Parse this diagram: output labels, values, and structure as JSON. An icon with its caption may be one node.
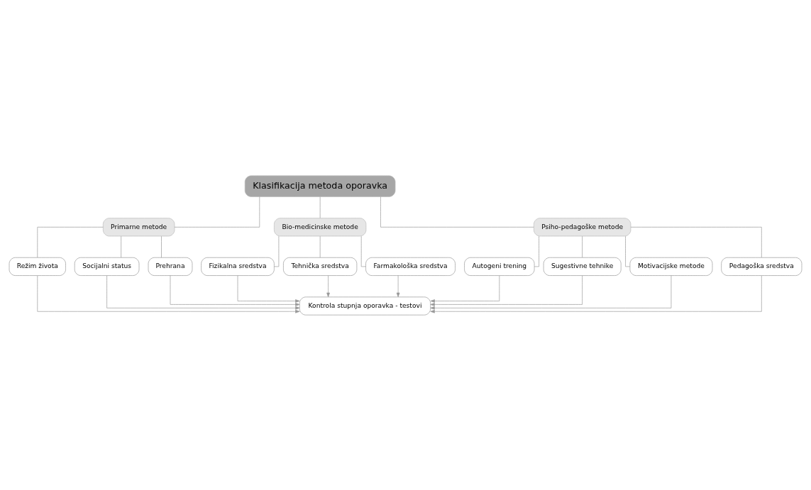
{
  "diagram": {
    "nodes": [
      {
        "text": [
          "Klasifikacija metoda oporavka"
        ]
      },
      {
        "text": [
          "Primarne metode"
        ]
      },
      {
        "text": [
          "Bio-medicinske metode"
        ]
      },
      {
        "text": [
          "Psiho-pedagoške metode"
        ]
      },
      {
        "text": [
          "Režim života"
        ]
      },
      {
        "text": [
          "Socijalni status"
        ]
      },
      {
        "text": [
          "Prehrana"
        ]
      },
      {
        "text": [
          "Fizikalna sredstva"
        ]
      },
      {
        "text": [
          "Tehnička sredstva"
        ]
      },
      {
        "text": [
          "Farmakološka sredstva"
        ]
      },
      {
        "text": [
          "Autogeni trening"
        ]
      },
      {
        "text": [
          "Sugestivne tehnike"
        ]
      },
      {
        "text": [
          "Motivacijske metode"
        ]
      },
      {
        "text": [
          "Pedagoška sredstva"
        ]
      },
      {
        "text": [
          "Kontrola stupnja oporavka - testovi"
        ]
      }
    ],
    "edges": [
      {
        "from": 0,
        "to": 1,
        "arrow": "none"
      },
      {
        "from": 0,
        "to": 2,
        "arrow": "none"
      },
      {
        "from": 0,
        "to": 3,
        "arrow": "none"
      },
      {
        "from": 1,
        "to": 4,
        "arrow": "none"
      },
      {
        "from": 1,
        "to": 5,
        "arrow": "none"
      },
      {
        "from": 1,
        "to": 6,
        "arrow": "none"
      },
      {
        "from": 2,
        "to": 7,
        "arrow": "none"
      },
      {
        "from": 2,
        "to": 8,
        "arrow": "none"
      },
      {
        "from": 2,
        "to": 9,
        "arrow": "none"
      },
      {
        "from": 3,
        "to": 10,
        "arrow": "none"
      },
      {
        "from": 3,
        "to": 11,
        "arrow": "none"
      },
      {
        "from": 3,
        "to": 12,
        "arrow": "none"
      },
      {
        "from": 3,
        "to": 13,
        "arrow": "none"
      },
      {
        "from": 4,
        "to": 14,
        "arrow": "to"
      },
      {
        "from": 5,
        "to": 14,
        "arrow": "to"
      },
      {
        "from": 6,
        "to": 14,
        "arrow": "to"
      },
      {
        "from": 7,
        "to": 14,
        "arrow": "to"
      },
      {
        "from": 8,
        "to": 14,
        "arrow": "to"
      },
      {
        "from": 9,
        "to": 14,
        "arrow": "to"
      },
      {
        "from": 10,
        "to": 14,
        "arrow": "to"
      },
      {
        "from": 11,
        "to": 14,
        "arrow": "to"
      },
      {
        "from": 12,
        "to": 14,
        "arrow": "to"
      },
      {
        "from": 13,
        "to": 14,
        "arrow": "to"
      }
    ]
  }
}
